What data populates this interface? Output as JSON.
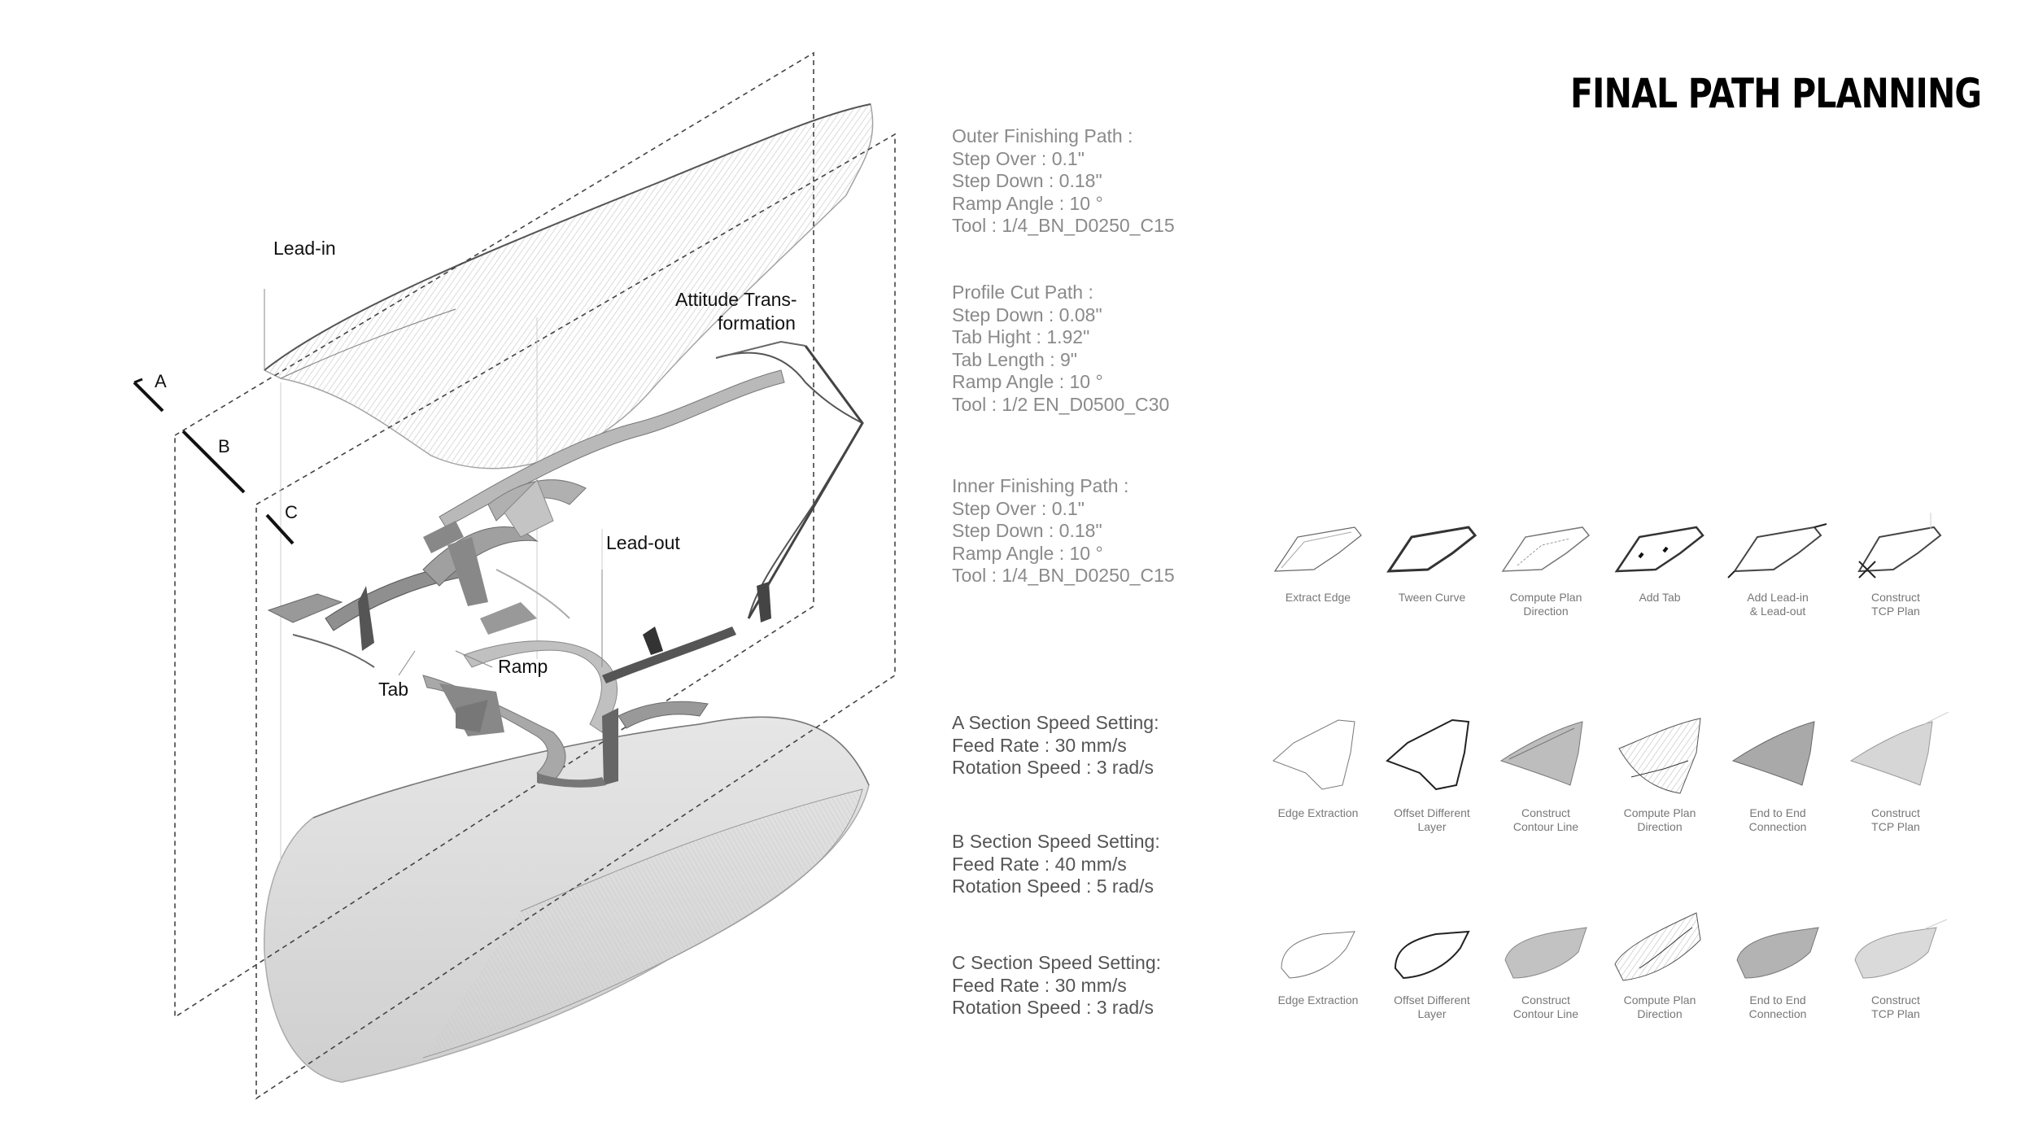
{
  "title": "FINAL PATH PLANNING",
  "labels": {
    "lead_in": "Lead-in",
    "attitude_line1": "Attitude Trans-",
    "attitude_line2": "formation",
    "lead_out": "Lead-out",
    "ramp": "Ramp",
    "tab": "Tab",
    "section_a": "A",
    "section_b": "B",
    "section_c": "C"
  },
  "specs": {
    "outer": [
      "Outer Finishing Path :",
      "Step Over :  0.1\"",
      "Step Down : 0.18\"",
      "Ramp Angle : 10 °",
      "Tool : 1/4_BN_D0250_C15"
    ],
    "profile": [
      "Profile Cut Path :",
      "Step Down : 0.08\"",
      "Tab Hight :  1.92\"",
      "Tab Length : 9\"",
      "Ramp Angle : 10 °",
      "Tool : 1/2 EN_D0500_C30"
    ],
    "inner": [
      "Inner Finishing Path :",
      "Step Over :  0.1\"",
      "Step Down : 0.18\"",
      "Ramp Angle : 10 °",
      "Tool : 1/4_BN_D0250_C15"
    ]
  },
  "speeds": {
    "a": [
      "A Section Speed Setting:",
      "Feed Rate : 30 mm/s",
      "Rotation Speed : 3 rad/s"
    ],
    "b": [
      "B Section Speed Setting:",
      "Feed Rate : 40 mm/s",
      "Rotation Speed : 5 rad/s"
    ],
    "c": [
      "C Section Speed Setting:",
      "Feed Rate : 30 mm/s",
      "Rotation Speed : 3 rad/s"
    ]
  },
  "rows": {
    "profile_steps": [
      "Extract Edge",
      "Tween Curve",
      "Compute Plan\nDirection",
      "Add Tab",
      "Add Lead-in\n& Lead-out",
      "Construct\nTCP Plan"
    ],
    "outer_steps": [
      "Edge Extraction",
      "Offset Different\nLayer",
      "Construct\nContour Line",
      "Compute Plan\nDirection",
      "End to End\nConnection",
      "Construct\nTCP Plan"
    ],
    "inner_steps": [
      "Edge Extraction",
      "Offset Different\nLayer",
      "Construct\nContour Line",
      "Compute Plan\nDirection",
      "End to End\nConnection",
      "Construct\nTCP Plan"
    ]
  }
}
